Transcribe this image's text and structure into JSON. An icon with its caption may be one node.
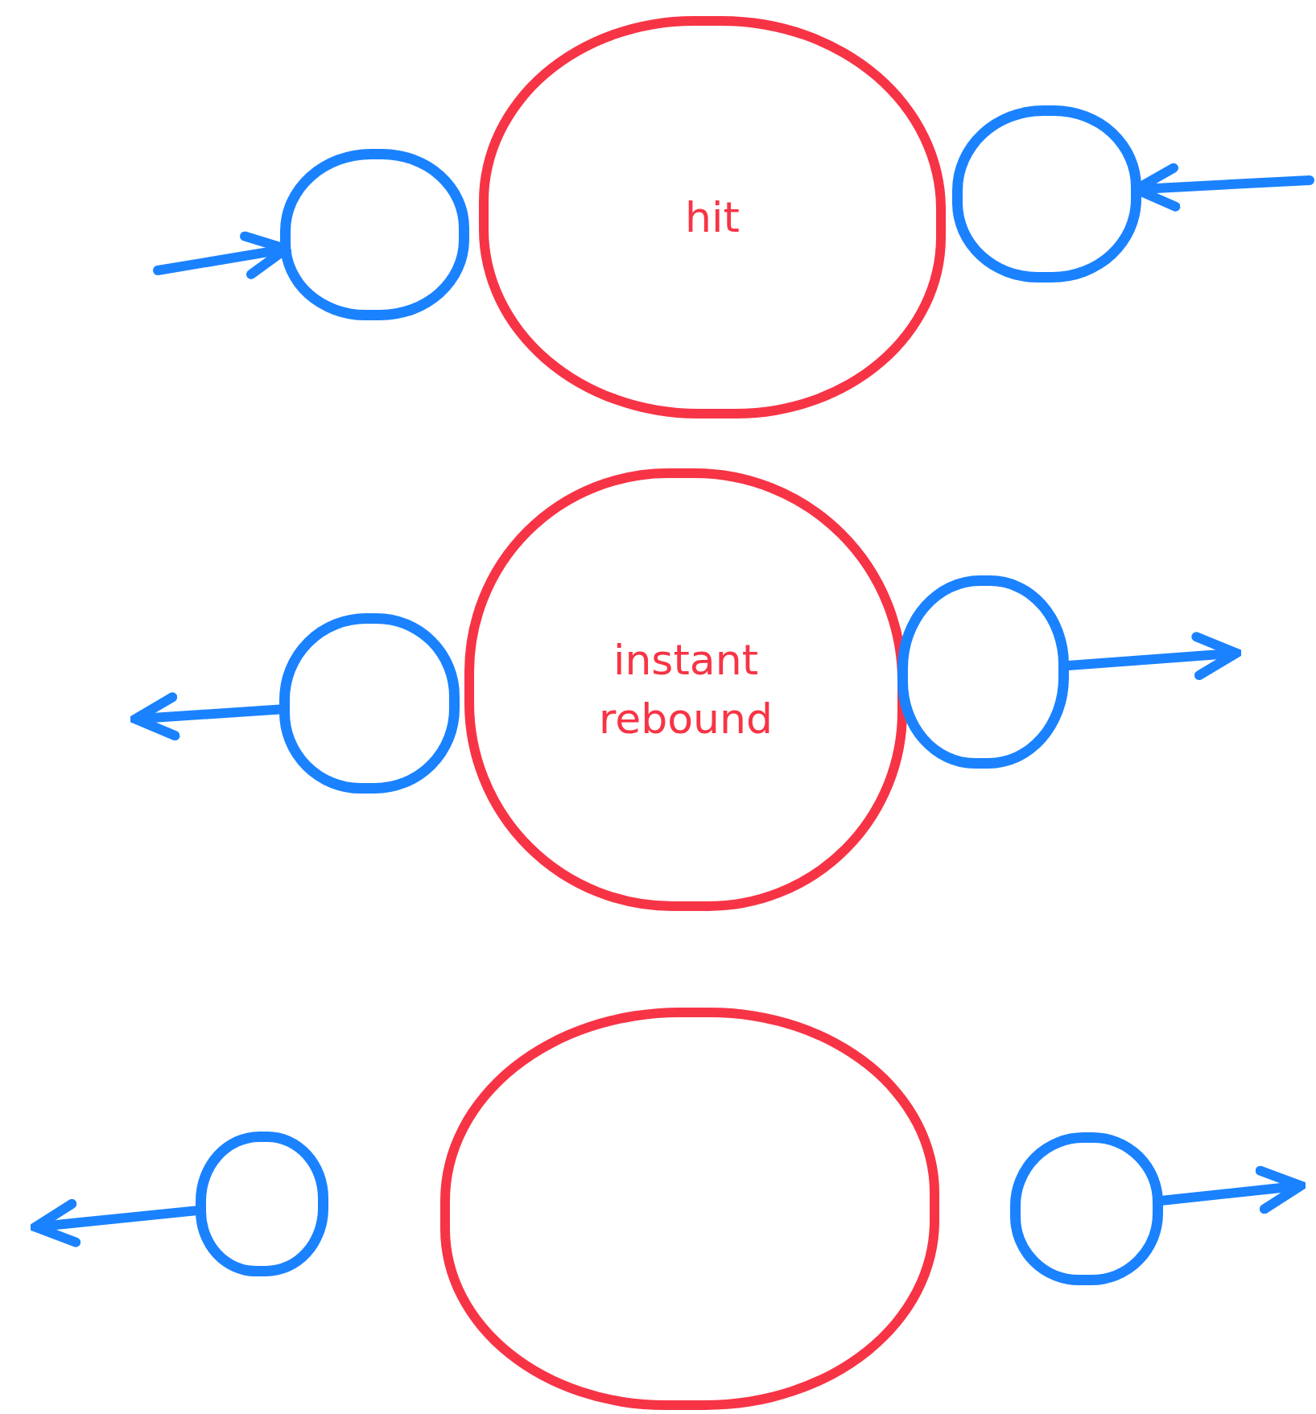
{
  "diagram": {
    "nodes": [
      {
        "text": [],
        "shape": "circle"
      },
      {
        "text": [
          "hit"
        ]
      },
      {
        "text": [],
        "shape": "circle"
      },
      {
        "text": [],
        "shape": "circle"
      },
      {
        "text": [
          "instant rebound"
        ]
      },
      {
        "text": [],
        "shape": "circle"
      },
      {
        "text": [],
        "shape": "circle"
      },
      {
        "text": [],
        "shape": "circle"
      },
      {
        "text": [],
        "shape": "circle"
      }
    ],
    "edges": [
      {
        "from": null,
        "to": 0,
        "arrow": "to"
      },
      {
        "from": null,
        "to": 2,
        "arrow": "to"
      },
      {
        "from": 3,
        "to": null,
        "arrow": "to"
      },
      {
        "from": 5,
        "to": null,
        "arrow": "to"
      },
      {
        "from": 6,
        "to": null,
        "arrow": "to"
      },
      {
        "from": 8,
        "to": null,
        "arrow": "to"
      }
    ]
  }
}
